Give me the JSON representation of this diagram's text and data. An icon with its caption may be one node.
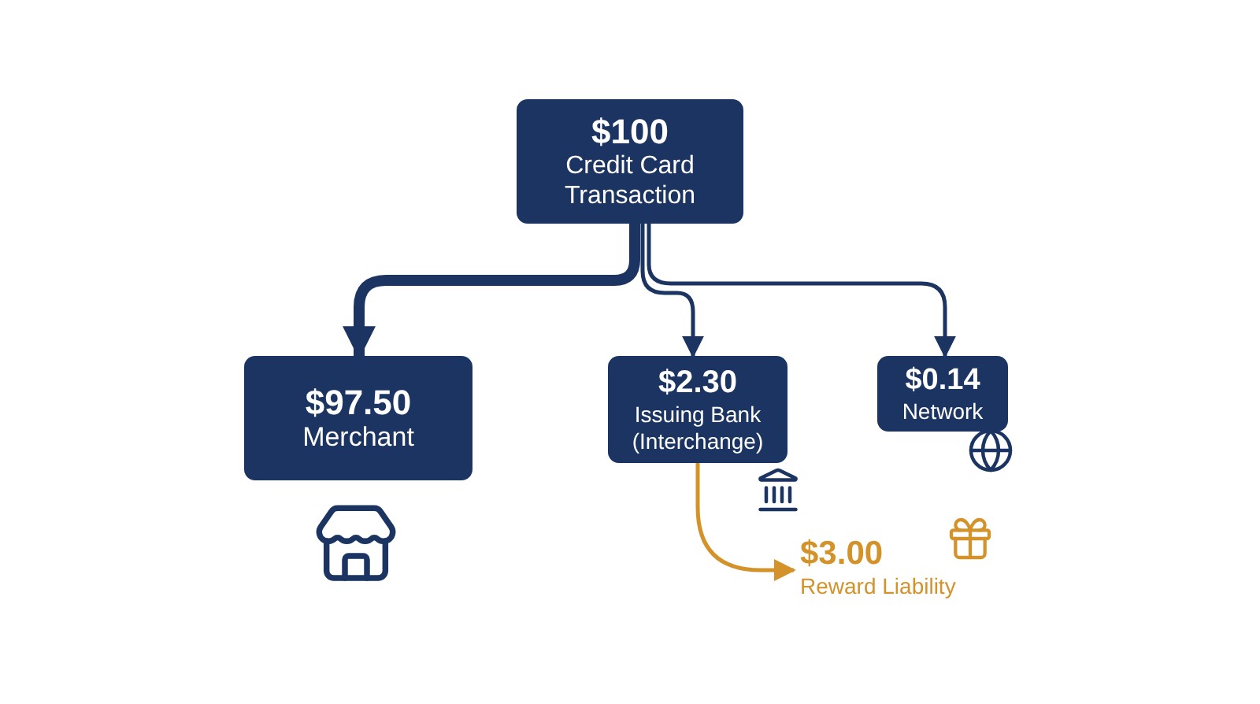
{
  "diagram": {
    "nodes": [
      {
        "text": [
          "$100",
          "Credit Card Transaction"
        ]
      },
      {
        "text": [
          "$97.50",
          "Merchant"
        ]
      },
      {
        "text": [
          "$2.30",
          "Issuing Bank (Interchange)"
        ]
      },
      {
        "text": [
          "$0.14",
          "Network"
        ]
      },
      {
        "text": [
          "$3.00",
          "Reward Liability"
        ]
      }
    ],
    "edges": [
      {
        "from": 0,
        "to": 1,
        "arrow": "to",
        "style": "thick"
      },
      {
        "from": 0,
        "to": 2,
        "arrow": "to"
      },
      {
        "from": 0,
        "to": 3,
        "arrow": "to"
      },
      {
        "from": 2,
        "to": 4,
        "arrow": "to",
        "color": "#d4922a"
      }
    ]
  }
}
